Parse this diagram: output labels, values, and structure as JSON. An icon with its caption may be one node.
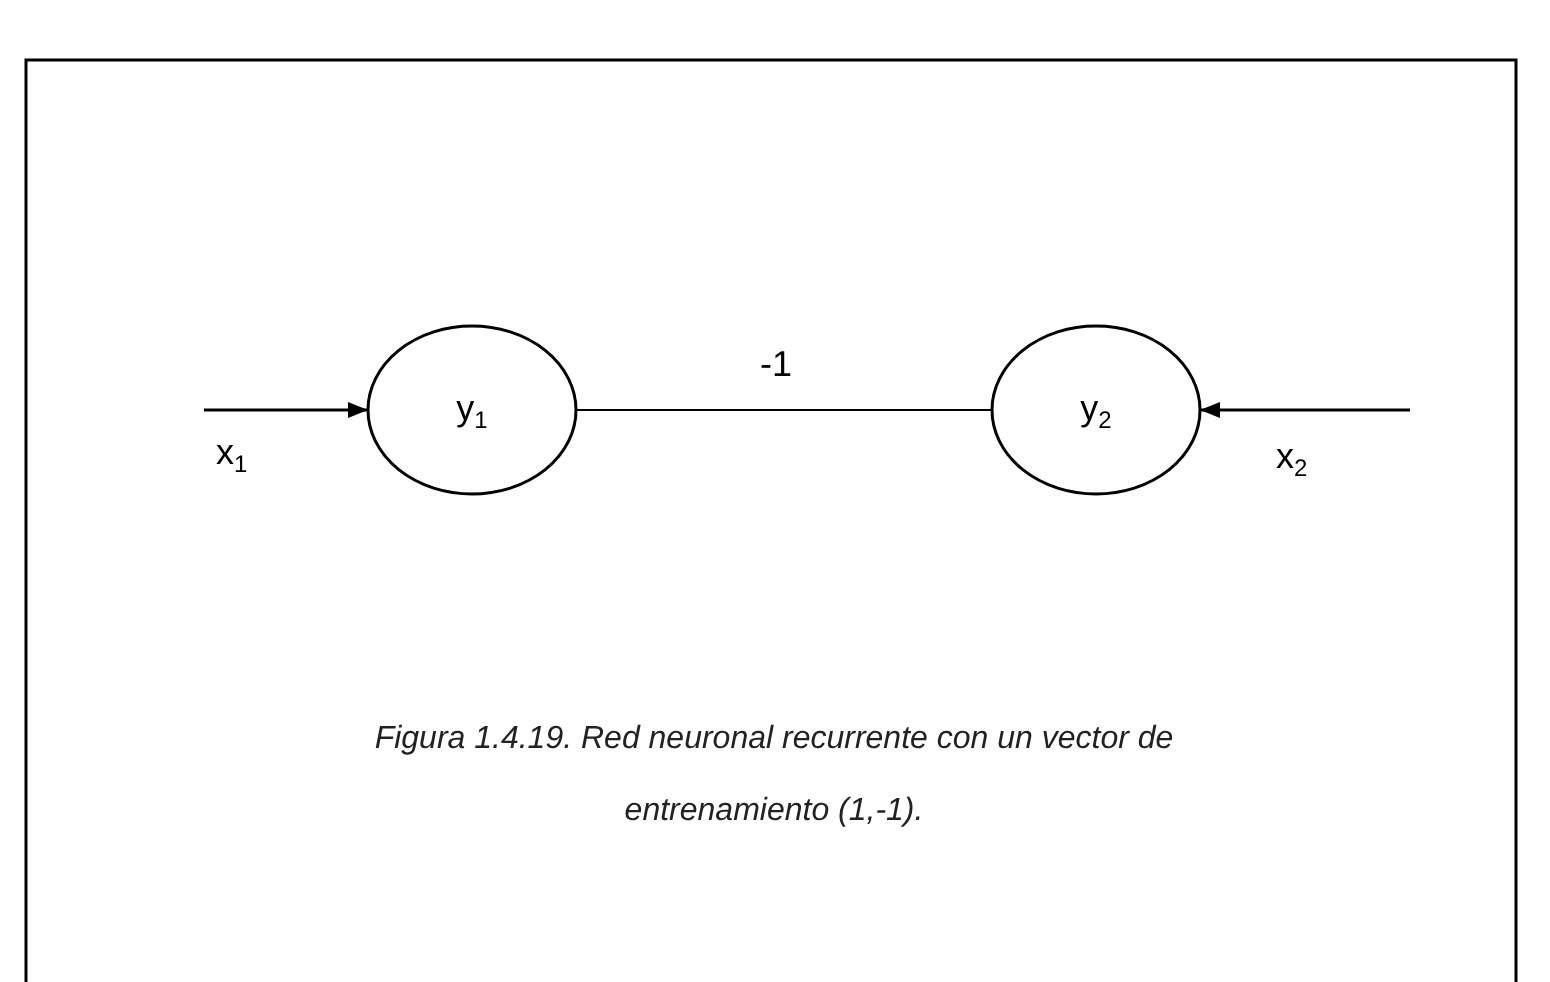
{
  "diagram": {
    "caption": "Figura 1.4.19. Red neuronal recurrente con un vector de entrenamiento (1,-1).",
    "nodes": [
      {
        "text": [
          "y$_{1}$"
        ]
      },
      {
        "text": [
          "y$_{2}$"
        ]
      }
    ],
    "edges": [
      {
        "from": null,
        "to": 0,
        "arrow": "to",
        "label": "x$_{1}$"
      },
      {
        "from": 0,
        "to": 1,
        "arrow": "none",
        "label": "-1"
      },
      {
        "from": null,
        "to": 1,
        "arrow": "to",
        "label": "x$_{2}$"
      }
    ]
  }
}
